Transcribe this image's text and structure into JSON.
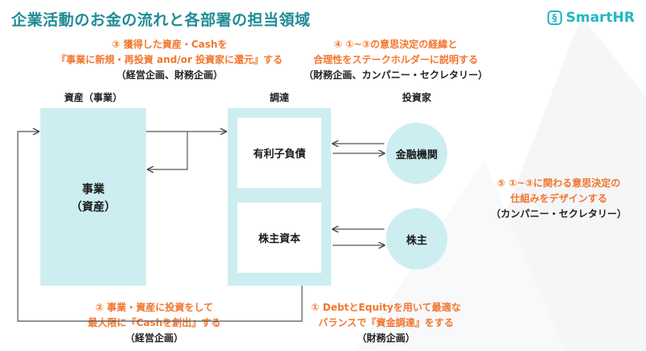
{
  "title": "企業活動のお金の流れと各部署の担当領域",
  "logo": {
    "mark": "§",
    "text": "SmartHR"
  },
  "notes": {
    "n3": {
      "line1": "③ 獲得した資産・Cashを",
      "line2": "『事業に新規・再投資 and/or 投資家に還元』する",
      "dept": "（経営企画、財務企画）"
    },
    "n4": {
      "line1": "④ ①~③の意思決定の経緯と",
      "line2": "合理性をステークホルダーに説明する",
      "dept": "（財務企画、カンパニー・セクレタリー）"
    },
    "n5": {
      "line1": "⑤ ①~③に関わる意思決定の",
      "line2": "仕組みをデザインする",
      "dept": "（カンパニー・セクレタリー）"
    },
    "n2": {
      "line1": "② 事業・資産に投資をして",
      "line2": "最大限に『Cashを創出』する",
      "dept": "（経営企画）"
    },
    "n1": {
      "line1": "① DebtとEquityを用いて最適な",
      "line2": "バランスで『資金調達』をする",
      "dept": "（財務企画）"
    }
  },
  "columns": {
    "assets": "資産（事業）",
    "funding": "調達",
    "investors": "投資家"
  },
  "asset_box": {
    "line1": "事業",
    "line2": "（資産）"
  },
  "funding_boxes": {
    "debt": "有利子負債",
    "equity": "株主資本"
  },
  "investors": {
    "banks": "金融機関",
    "shareholders": "株主"
  }
}
